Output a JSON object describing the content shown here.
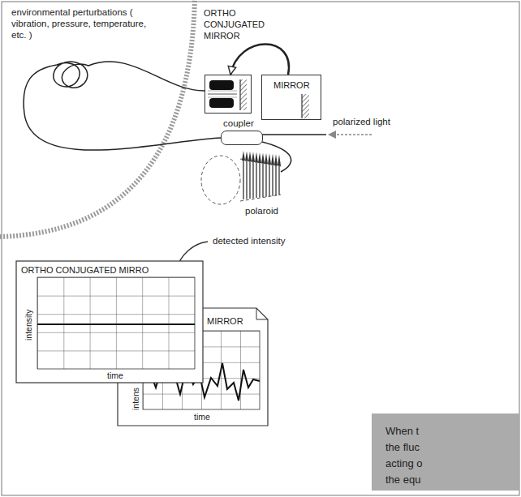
{
  "diagram": {
    "nodes": [
      {
        "text": [
          "ORTHO CONJUGATED MIRROR"
        ]
      },
      {
        "text": [
          "MIRROR"
        ]
      },
      {
        "text": [
          "coupler"
        ]
      },
      {
        "text": [
          "ORTHO CONJUGATED MIRRO",
          "intensity",
          "time"
        ]
      },
      {
        "text": [
          "MIRROR",
          "intens",
          "time"
        ]
      },
      {
        "text": [
          "When t",
          "the fluc",
          "acting o",
          "the equ"
        ]
      }
    ],
    "edges": [
      {
        "from": 2,
        "to": 0,
        "arrow": "none"
      },
      {
        "from": 1,
        "to": 0,
        "arrow": "to"
      }
    ],
    "labels": [
      "environmental perturbations ( vibration, pressure, temperature, etc. )",
      "polarized light",
      "polaroid",
      "detected intensity"
    ]
  }
}
